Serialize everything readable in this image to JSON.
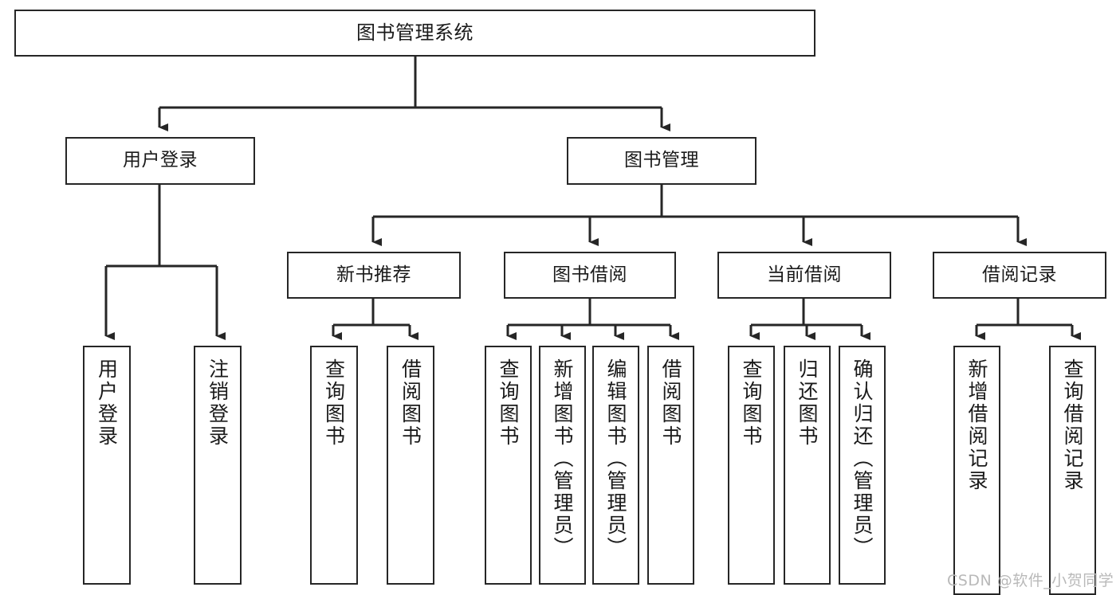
{
  "diagram": {
    "title": "图书管理系统",
    "type": "tree-hierarchy-diagram",
    "colors": {
      "box_border": "#262626",
      "box_fill": "#ffffff",
      "edge": "#262626",
      "text": "#1a1a1a",
      "watermark": "#b9b9b9",
      "background": "#ffffff"
    },
    "watermark": "CSDN @软件_小贺同学",
    "nodes": {
      "root": {
        "label": "图书管理系统"
      },
      "level1": [
        {
          "label": "用户登录"
        },
        {
          "label": "图书管理"
        }
      ],
      "level2": [
        {
          "label": "新书推荐"
        },
        {
          "label": "图书借阅"
        },
        {
          "label": "当前借阅"
        },
        {
          "label": "借阅记录"
        }
      ],
      "leaves": {
        "user_login": [
          {
            "label": "用户登录"
          },
          {
            "label": "注销登录"
          }
        ],
        "new_book_recommend": [
          {
            "label": "查询图书"
          },
          {
            "label": "借阅图书"
          }
        ],
        "book_borrow": [
          {
            "label": "查询图书"
          },
          {
            "label": "新增图书（管理员）"
          },
          {
            "label": "编辑图书（管理员）"
          },
          {
            "label": "借阅图书"
          }
        ],
        "current_borrow": [
          {
            "label": "查询图书"
          },
          {
            "label": "归还图书"
          },
          {
            "label": "确认归还（管理员）"
          }
        ],
        "borrow_record": [
          {
            "label": "新增借阅记录"
          },
          {
            "label": "查询借阅记录"
          }
        ]
      }
    }
  }
}
